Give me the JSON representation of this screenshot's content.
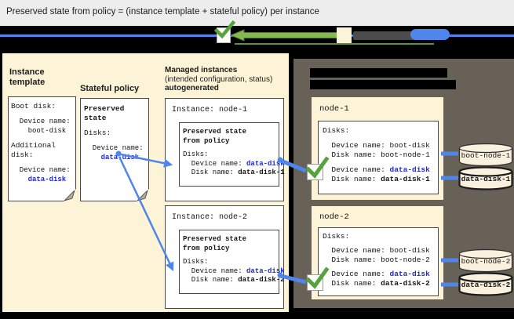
{
  "title": "Preserved state from policy = (instance template + stateful policy) per instance",
  "colors": {
    "accent_blue": "#4e86ec",
    "link_blue": "#2028d4",
    "check_green": "#55a33c",
    "cream": "#fdf3d7",
    "panel_gray": "#676157",
    "redaction_black": "#000000"
  },
  "legend": {
    "icons": [
      "checkmark-box-icon",
      "left-arrow-icon",
      "cream-swatch-icon",
      "gray-bar-icon",
      "blue-pill-icon"
    ],
    "redacted": true
  },
  "config_panel": {
    "instance_template": {
      "label": "Instance template",
      "doc": {
        "l1": "Boot disk:",
        "l2": "  Device name:",
        "l3": "    boot-disk",
        "l4": "Additional",
        "l5": "disk:",
        "l6": "  Device name:",
        "l7": "    data-disk"
      }
    },
    "stateful_policy": {
      "label": "Stateful policy",
      "doc": {
        "h1": "Preserved",
        "h2": "state",
        "l1": "Disks:",
        "l2": "  Device name:",
        "l3": "    data-disk"
      }
    },
    "managed_instances": {
      "heading_line1": "Managed instances",
      "heading_line2": "(intended configuration, status)",
      "heading_line3": "autogenerated",
      "instances": [
        {
          "title": "Instance: node-1",
          "ps1": "Preserved state",
          "ps2": "from policy",
          "disks": "Disks:",
          "device_label": "  Device name: ",
          "device_value": "data-disk",
          "disk_label": "  Disk name: ",
          "disk_value": "data-disk-1"
        },
        {
          "title": "Instance: node-2",
          "ps1": "Preserved state",
          "ps2": "from policy",
          "disks": "Disks:",
          "device_label": "  Device name: ",
          "device_value": "data-disk",
          "disk_label": "  Disk name: ",
          "disk_value": "data-disk-2"
        }
      ]
    }
  },
  "vm_panel": {
    "heading_redacted": true,
    "nodes": [
      {
        "name": "node-1",
        "disks": "Disks:",
        "boot_device_label": "  Device name: ",
        "boot_device_value": "boot-disk",
        "boot_disk_label": "  Disk name: ",
        "boot_disk_value": "boot-node-1",
        "data_device_label": "  Device name: ",
        "data_device_value": "data-disk",
        "data_disk_label": "  Disk name: ",
        "data_disk_value": "data-disk-1",
        "cylinder_boot": "boot-node-1",
        "cylinder_data": "data-disk-1"
      },
      {
        "name": "node-2",
        "disks": "Disks:",
        "boot_device_label": "  Device name: ",
        "boot_device_value": "boot-disk",
        "boot_disk_label": "  Disk name: ",
        "boot_disk_value": "boot-node-2",
        "data_device_label": "  Device name: ",
        "data_device_value": "data-disk",
        "data_disk_label": "  Disk name: ",
        "data_disk_value": "data-disk-2",
        "cylinder_boot": "boot-node-2",
        "cylinder_data": "data-disk-2"
      }
    ]
  }
}
